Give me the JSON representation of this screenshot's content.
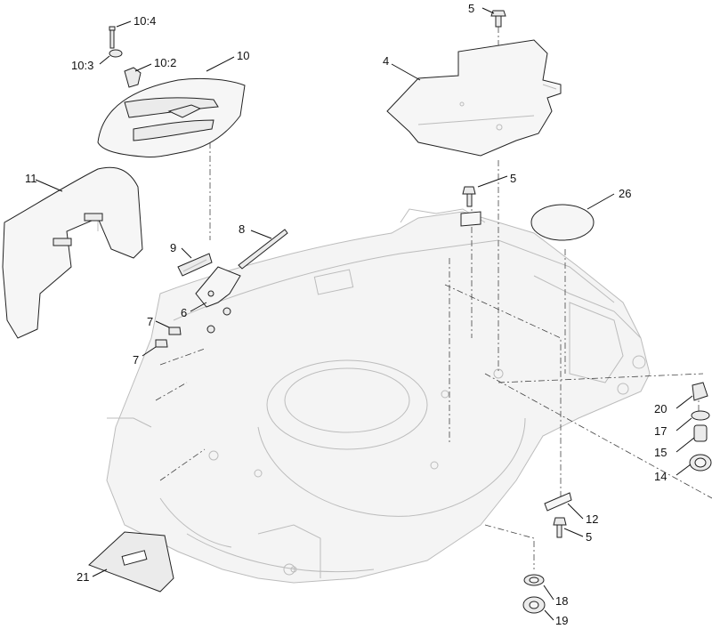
{
  "callouts": [
    {
      "id": "c-10-4",
      "text": "10:4"
    },
    {
      "id": "c-10-3",
      "text": "10:3"
    },
    {
      "id": "c-10-2",
      "text": "10:2"
    },
    {
      "id": "c-10",
      "text": "10"
    },
    {
      "id": "c-5-top",
      "text": "5"
    },
    {
      "id": "c-4",
      "text": "4"
    },
    {
      "id": "c-11",
      "text": "11"
    },
    {
      "id": "c-5-mid",
      "text": "5"
    },
    {
      "id": "c-26",
      "text": "26"
    },
    {
      "id": "c-9",
      "text": "9"
    },
    {
      "id": "c-8",
      "text": "8"
    },
    {
      "id": "c-6",
      "text": "6"
    },
    {
      "id": "c-7a",
      "text": "7"
    },
    {
      "id": "c-7b",
      "text": "7"
    },
    {
      "id": "c-20",
      "text": "20"
    },
    {
      "id": "c-17",
      "text": "17"
    },
    {
      "id": "c-15",
      "text": "15"
    },
    {
      "id": "c-14",
      "text": "14"
    },
    {
      "id": "c-12",
      "text": "12"
    },
    {
      "id": "c-5-low",
      "text": "5"
    },
    {
      "id": "c-21",
      "text": "21"
    },
    {
      "id": "c-18",
      "text": "18"
    },
    {
      "id": "c-19",
      "text": "19"
    }
  ],
  "colors": {
    "line": "#222222",
    "ghost": "#bcbcbc",
    "part_fill": "#ebebeb"
  }
}
